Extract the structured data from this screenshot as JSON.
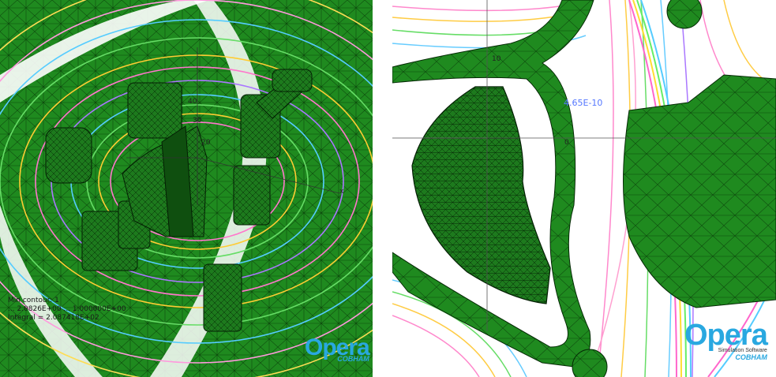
{
  "left_view": {
    "title": "3D view with contours",
    "info": {
      "line1": "Min contour: 1",
      "line2": "... 2.0826E+00 ... 1.000000E+00",
      "line3": "Integral = 2.087418E+02"
    },
    "axis_ticks": [
      "40",
      "30",
      "20"
    ],
    "axis_letter": "x"
  },
  "right_view": {
    "contour_value": "4.65E-10",
    "origin_tick": "0",
    "left_tick": "10"
  },
  "logo": {
    "word": "Opera",
    "sub": "Simulation Software",
    "brand": "COBHAM"
  },
  "colors": {
    "mesh_green": "#1f8a1f",
    "mesh_dark": "#0b3d0b",
    "logo_blue": "#29a8e0"
  }
}
